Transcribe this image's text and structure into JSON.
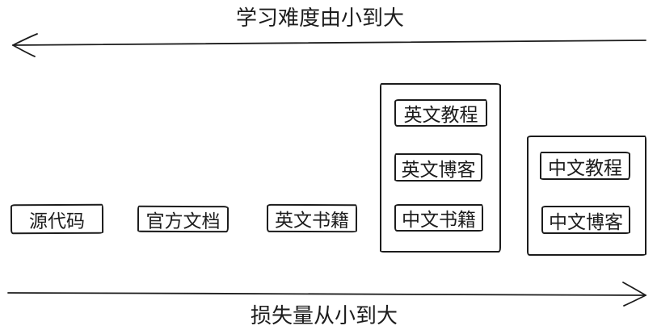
{
  "top_axis": {
    "label": "学习难度由小到大",
    "arrow_direction": "left"
  },
  "bottom_axis": {
    "label": "损失量从小到大",
    "arrow_direction": "right"
  },
  "boxes": [
    {
      "label": "源代码"
    },
    {
      "label": "官方文档"
    },
    {
      "label": "英文书籍"
    }
  ],
  "groups": [
    {
      "items": [
        {
          "label": "英文教程"
        },
        {
          "label": "英文博客"
        },
        {
          "label": "中文书籍"
        }
      ]
    },
    {
      "items": [
        {
          "label": "中文教程"
        },
        {
          "label": "中文博客"
        }
      ]
    }
  ],
  "colors": {
    "stroke": "#1c1c1c",
    "background": "#ffffff"
  }
}
